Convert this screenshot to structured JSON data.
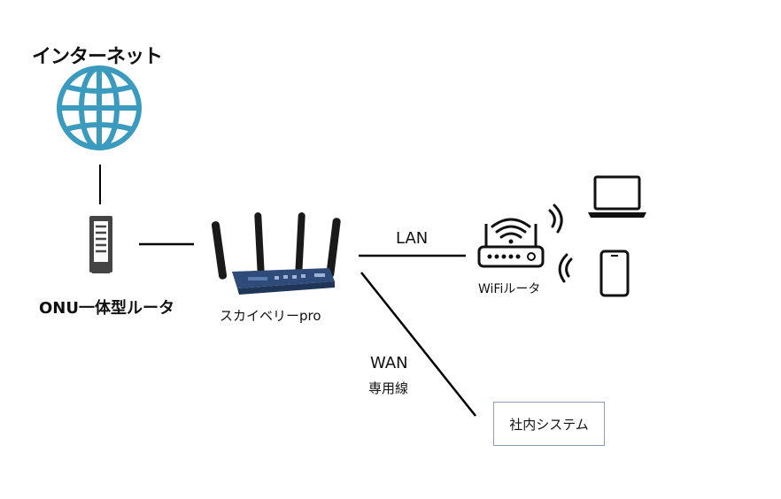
{
  "nodes": {
    "internet": {
      "label": "インターネット"
    },
    "onu": {
      "label": "ONU一体型ルータ"
    },
    "skyberry": {
      "label": "スカイベリーpro"
    },
    "wifi_router": {
      "label": "WiFiルータ"
    },
    "company_system": {
      "label": "社内システム"
    }
  },
  "edges": {
    "lan": {
      "label": "LAN"
    },
    "wan": {
      "label": "WAN",
      "sublabel": "専用線"
    }
  },
  "colors": {
    "globe": "#3b9bbf",
    "device_blue": "#2e4b7a",
    "line": "#000000",
    "box_border": "#8a9db3"
  },
  "icons": [
    "globe-icon",
    "onu-router-icon",
    "skyberry-router-icon",
    "wifi-router-icon",
    "laptop-icon",
    "smartphone-icon",
    "wifi-signal-icon"
  ]
}
